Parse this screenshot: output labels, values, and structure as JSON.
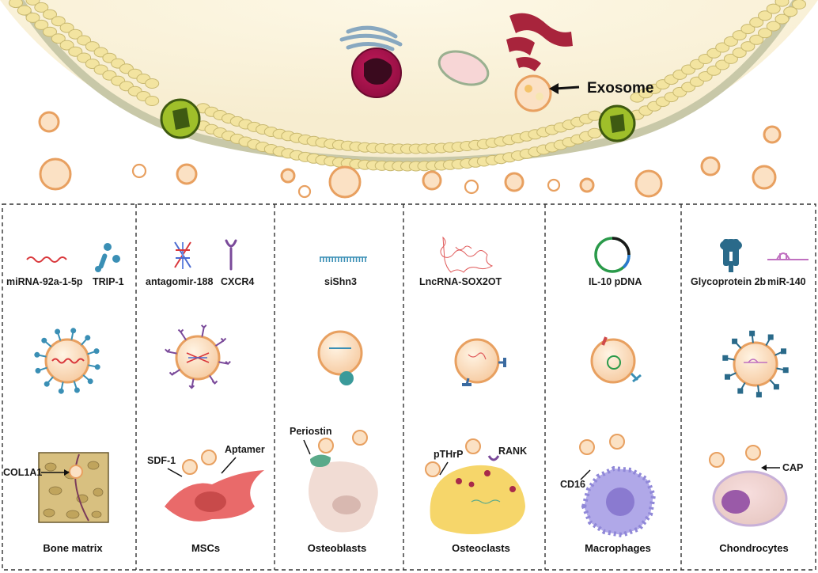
{
  "top": {
    "exosome_label": "Exosome"
  },
  "panels": [
    {
      "cargo_labels": [
        "miRNA-92a-1-5p",
        "TRIP-1"
      ],
      "inline_labels": [
        "COL1A1"
      ],
      "caption": "Bone matrix"
    },
    {
      "cargo_labels": [
        "antagomir-188",
        "CXCR4"
      ],
      "inline_labels": [
        "SDF-1",
        "Aptamer"
      ],
      "caption": "MSCs"
    },
    {
      "cargo_labels": [
        "siShn3"
      ],
      "inline_labels": [
        "Periostin"
      ],
      "caption": "Osteoblasts"
    },
    {
      "cargo_labels": [
        "LncRNA-SOX2OT"
      ],
      "inline_labels": [
        "pTHrP",
        "RANK"
      ],
      "caption": "Osteoclasts"
    },
    {
      "cargo_labels": [
        "IL-10 pDNA"
      ],
      "inline_labels": [
        "CD16"
      ],
      "caption": "Macrophages"
    },
    {
      "cargo_labels": [
        "Glycoprotein 2b",
        "miR-140"
      ],
      "inline_labels": [
        "CAP"
      ],
      "caption": "Chondrocytes"
    }
  ],
  "colors": {
    "cytoplasm": "#faf3dc",
    "lipid_head": "#f3e4a0",
    "exosome_fill": "#fbe1c4",
    "exosome_ring": "#e8a060",
    "mirna_red": "#d9373b",
    "teal": "#2f7fa0",
    "purple": "#8a63a8"
  }
}
